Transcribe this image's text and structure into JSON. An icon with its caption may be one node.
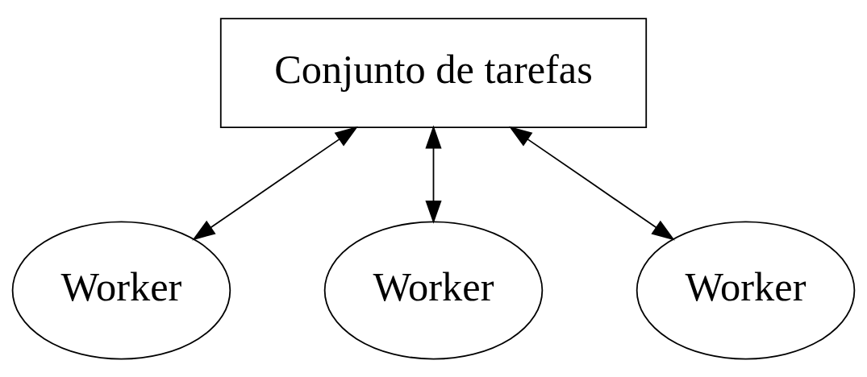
{
  "diagram": {
    "nodes": [
      {
        "text": [
          "Conjunto de tarefas"
        ]
      },
      {
        "text": [
          "Worker"
        ]
      },
      {
        "text": [
          "Worker"
        ]
      },
      {
        "text": [
          "Worker"
        ]
      }
    ],
    "edges": [
      {
        "from": 0,
        "to": 1,
        "arrow": "both"
      },
      {
        "from": 0,
        "to": 2,
        "arrow": "both"
      },
      {
        "from": 0,
        "to": 3,
        "arrow": "both"
      }
    ]
  }
}
